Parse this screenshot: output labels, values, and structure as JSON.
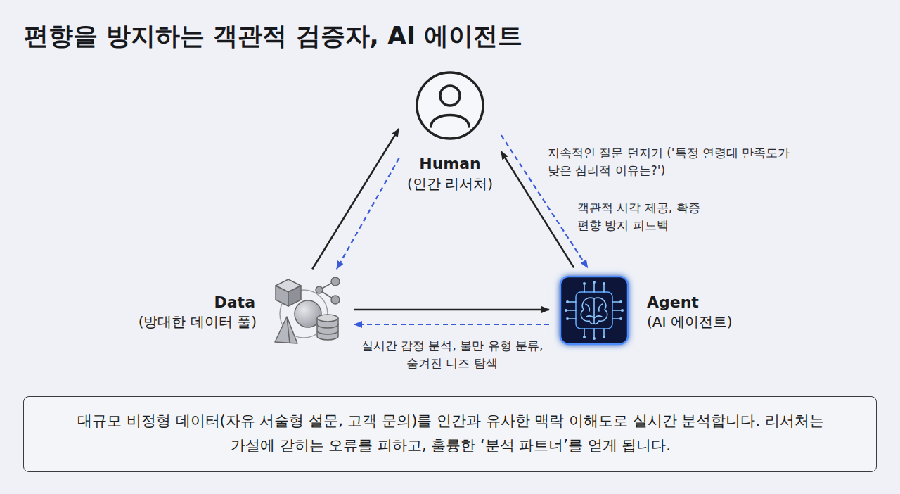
{
  "diagram": {
    "title": "편향을 방지하는 객관적 검증자, AI 에이전트",
    "nodes": [
      {
        "text": [
          "Human",
          "(인간 리서처)"
        ]
      },
      {
        "text": [
          "Data",
          "(방대한 데이터 풀)"
        ]
      },
      {
        "text": [
          "Agent",
          "(AI 에이전트)"
        ]
      },
      {
        "text": [
          "대규모 비정형 데이터(자유 서술형 설문, 고객 문의)를 인간과 유사한 맥락 이해도로 실시간 분석합니다. 리서처는 가설에 갇히는 오류를 피하고, 훌륭한 ‘분석 파트너’를 얻게 됩니다."
        ]
      }
    ],
    "edges": [
      {
        "from": 1,
        "to": 0,
        "arrow": "to"
      },
      {
        "from": 0,
        "to": 1,
        "arrow": "to"
      },
      {
        "from": 2,
        "to": 0,
        "label": "객관적 시각 제공, 확증 편향 방지 피드백",
        "arrow": "to"
      },
      {
        "from": 0,
        "to": 2,
        "label": "지속적인 질문 던지기 ('특정 연령대 만족도가 낮은 심리적 이유는?')",
        "arrow": "to"
      },
      {
        "from": 1,
        "to": 2,
        "arrow": "to"
      },
      {
        "from": 2,
        "to": 1,
        "label": "실시간 감정 분석, 불만 유형 분류, 숨겨진 니즈 탐색",
        "arrow": "to"
      }
    ]
  }
}
